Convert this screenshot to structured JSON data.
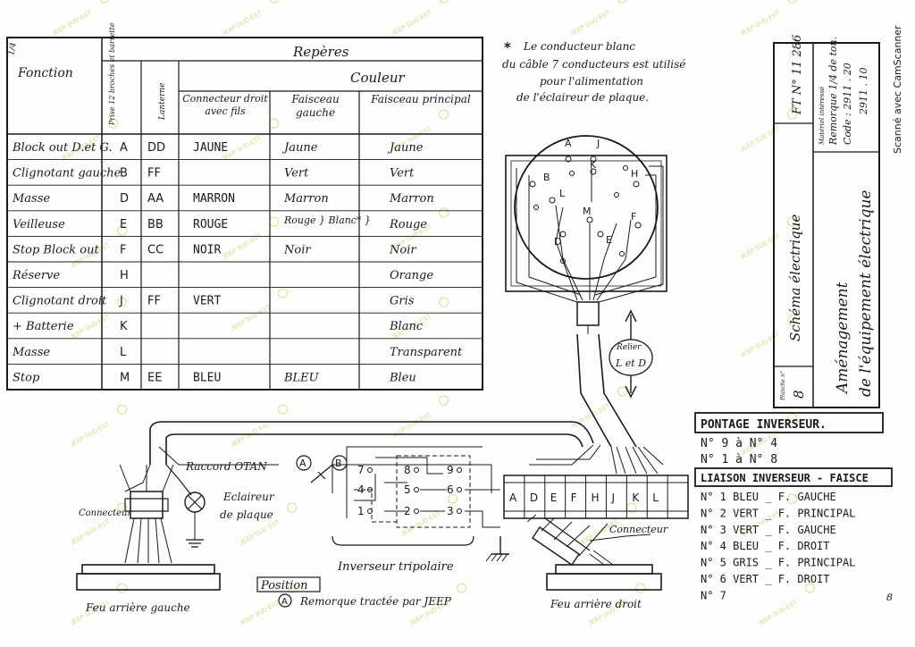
{
  "watermark": "JEEP SUD EST",
  "scanner_note": "Scanné avec CamScanner",
  "table": {
    "page_mark": "1/4",
    "title_reperes": "Repères",
    "title_couleur": "Couleur",
    "headers": {
      "fonction": "Fonction",
      "prise": "Prise 12 broches et barrette",
      "lanterne": "Lanterne",
      "connecteur": "Connecteur droit avec fils",
      "faisceau_gauche": "Faisceau gauche",
      "faisceau_principal": "Faisceau principal"
    },
    "rows": [
      {
        "fonction": "Block out D.et G.",
        "prise": "A",
        "lanterne": "DD",
        "connecteur": "JAUNE",
        "gauche": "Jaune",
        "principal": "Jaune"
      },
      {
        "fonction": "Clignotant gauche",
        "prise": "B",
        "lanterne": "FF",
        "connecteur": "",
        "gauche": "Vert",
        "principal": "Vert"
      },
      {
        "fonction": "Masse",
        "prise": "D",
        "lanterne": "AA",
        "connecteur": "MARRON",
        "gauche": "Marron",
        "principal": "Marron"
      },
      {
        "fonction": "Veilleuse",
        "prise": "E",
        "lanterne": "BB",
        "connecteur": "ROUGE",
        "gauche": "Rouge } Blanc* }",
        "principal": "Rouge"
      },
      {
        "fonction": "Stop Block out",
        "prise": "F",
        "lanterne": "CC",
        "connecteur": "NOIR",
        "gauche": "Noir",
        "principal": "Noir"
      },
      {
        "fonction": "Réserve",
        "prise": "H",
        "lanterne": "",
        "connecteur": "",
        "gauche": "",
        "principal": "Orange"
      },
      {
        "fonction": "Clignotant droit",
        "prise": "J",
        "lanterne": "FF",
        "connecteur": "VERT",
        "gauche": "",
        "principal": "Gris"
      },
      {
        "fonction": "+ Batterie",
        "prise": "K",
        "lanterne": "",
        "connecteur": "",
        "gauche": "",
        "principal": "Blanc"
      },
      {
        "fonction": "Masse",
        "prise": "L",
        "lanterne": "",
        "connecteur": "",
        "gauche": "",
        "principal": "Transparent"
      },
      {
        "fonction": "Stop",
        "prise": "M",
        "lanterne": "EE",
        "connecteur": "BLEU",
        "gauche": "BLEU",
        "principal": "Bleu"
      }
    ]
  },
  "note": {
    "star": "*",
    "lines": [
      "Le conducteur blanc",
      "du câble 7 conducteurs est utilisé",
      "pour l'alimentation",
      "de l'éclaireur de plaque."
    ]
  },
  "title_block": {
    "ft": "FT N° 11 286",
    "materiel_label": "Matériel intéressé",
    "materiel": "Remorque 1/4 de ton.",
    "codes": [
      "Code : 2911 . 20",
      "2911 . 10"
    ],
    "schema": "Schéma électrique",
    "titre": [
      "Aménagement",
      "de l'équipement électrique"
    ],
    "planche_label": "Planche n°",
    "planche": "8"
  },
  "connector_pins": [
    "A",
    "J",
    "K",
    "H",
    "B",
    "L",
    "M",
    "F",
    "D",
    "E"
  ],
  "relier": {
    "label": "Relier",
    "value": "L et D"
  },
  "barrette_labels": [
    "A",
    "D",
    "E",
    "F",
    "H",
    "J",
    "K",
    "L"
  ],
  "diagram_labels": {
    "raccord": "Raccord OTAN",
    "eclaireur": [
      "Eclaireur",
      "de plaque"
    ],
    "connecteur_left": "Connecteur",
    "connecteur_right": "Connecteur",
    "inverseur": "Inverseur tripolaire",
    "feu_gauche": "Feu arrière gauche",
    "feu_droit": "Feu arrière droit",
    "pos_a": "A",
    "pos_b": "B",
    "terminals": [
      "7",
      "8",
      "9",
      "4",
      "5",
      "6",
      "1",
      "2",
      "3"
    ]
  },
  "position": {
    "title": "Position",
    "letter": "A",
    "text": "Remorque tractée par JEEP"
  },
  "pontage": {
    "title": "PONTAGE INVERSEUR.",
    "lines": [
      "N° 9  à  N° 4",
      "N° 1  à  N° 8"
    ]
  },
  "liaison": {
    "title": "LIAISON INVERSEUR - FAISCE",
    "lines": [
      "N° 1   BLEU  _ F. GAUCHE",
      "N° 2   VERT  _ F. PRINCIPAL",
      "N° 3   VERT  _ F. GAUCHE",
      "N° 4   BLEU  _ F. DROIT",
      "N° 5   GRIS  _ F. PRINCIPAL",
      "N° 6   VERT  _ F. DROIT",
      "N° 7"
    ],
    "side_mark": "8"
  }
}
